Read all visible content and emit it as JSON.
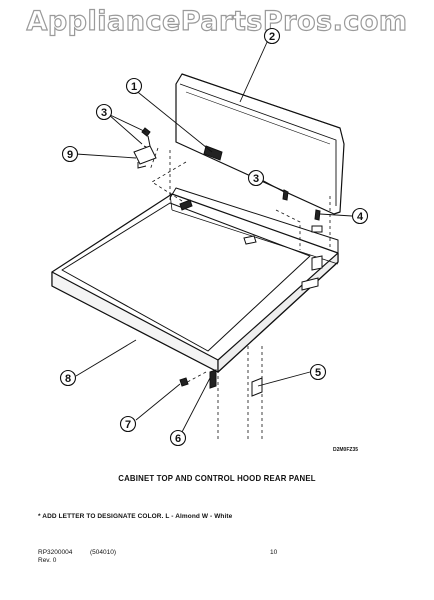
{
  "watermark": "AppliancePartsPros.com",
  "callouts": [
    {
      "id": "1",
      "label": "1"
    },
    {
      "id": "2",
      "label": "2"
    },
    {
      "id": "3a",
      "label": "3"
    },
    {
      "id": "3b",
      "label": "3"
    },
    {
      "id": "4",
      "label": "4"
    },
    {
      "id": "5",
      "label": "5"
    },
    {
      "id": "6",
      "label": "6"
    },
    {
      "id": "7",
      "label": "7"
    },
    {
      "id": "8",
      "label": "8"
    },
    {
      "id": "9",
      "label": "9"
    }
  ],
  "figure_code": "D2M0FZ35",
  "caption": "CABINET TOP AND CONTROL HOOD REAR PANEL",
  "note": "* ADD LETTER TO DESIGNATE COLOR.  L - Almond  W - White",
  "footer": {
    "part_number": "RP3200004",
    "doc_code": "(504010)",
    "page": "10",
    "revision": "Rev. 0"
  }
}
